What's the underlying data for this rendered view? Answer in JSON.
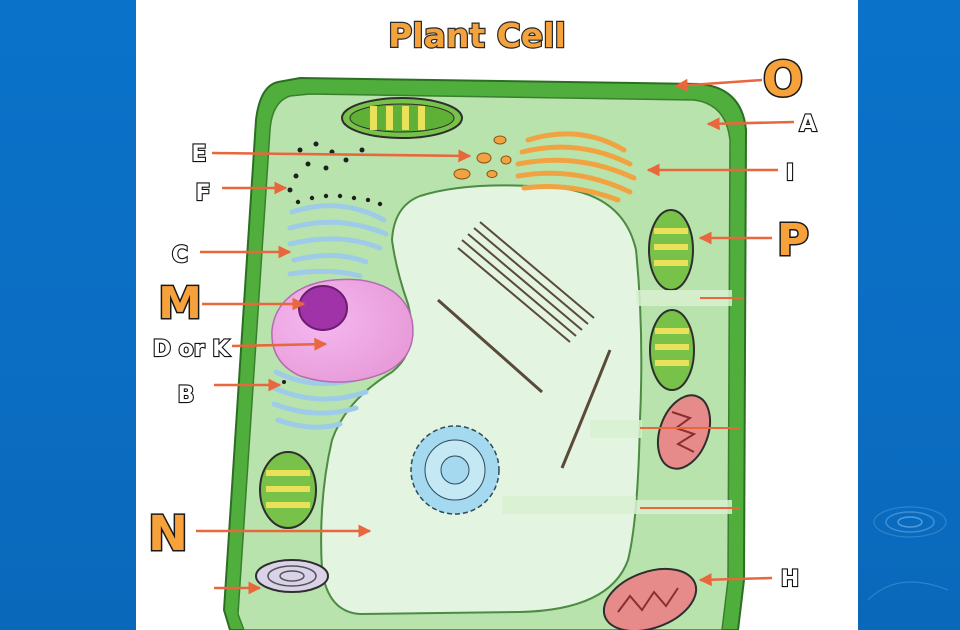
{
  "diagram": {
    "title": "Plant Cell",
    "labels": {
      "O": "O",
      "A": "A",
      "E": "E",
      "I": "I",
      "F": "F",
      "P": "P",
      "C": "C",
      "M": "M",
      "DK": "D or K",
      "B": "B",
      "N": "N",
      "H": "H"
    }
  },
  "colors": {
    "slide_blue": "#0b6fc4",
    "cell_wall": "#4fae3c",
    "cytoplasm": "#b9e3ac",
    "vacuole": "#e3f4e0",
    "arrow": "#e8673c",
    "golgi": "#f2a341",
    "er": "#9ecbe8",
    "nucleus": "#e6a8e6",
    "nucleolus": "#a133a8"
  }
}
